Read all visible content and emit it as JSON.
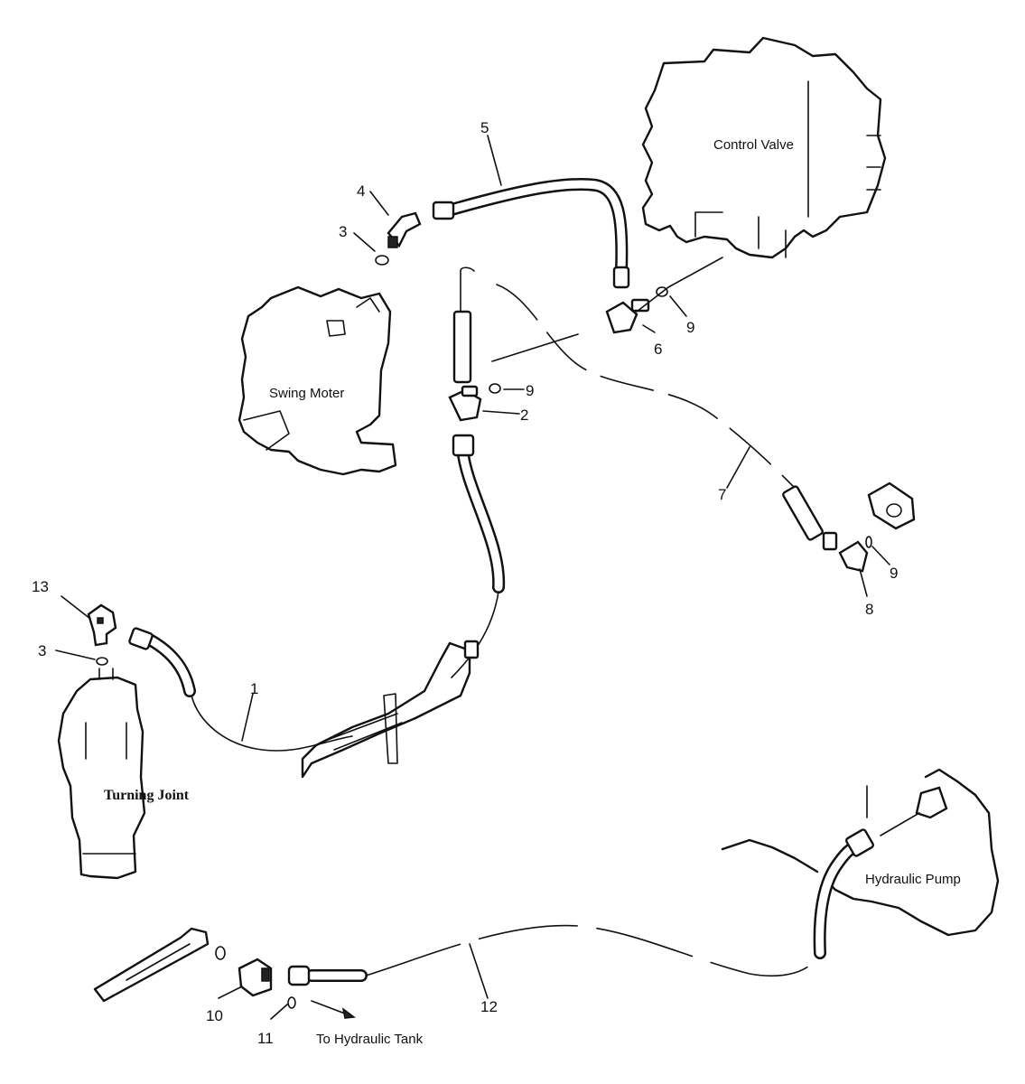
{
  "labels": {
    "control_valve": "Control Valve",
    "swing_motor": "Swing Moter",
    "turning_joint": "Turning Joint",
    "hydraulic_pump": "Hydraulic Pump",
    "to_hydraulic_tank": "To Hydraulic Tank"
  },
  "callouts": {
    "c1": "1",
    "c2": "2",
    "c3a": "3",
    "c3b": "3",
    "c4": "4",
    "c5": "5",
    "c6": "6",
    "c7": "7",
    "c8": "8",
    "c9a": "9",
    "c9b": "9",
    "c9c": "9",
    "c10": "10",
    "c11": "11",
    "c12": "12",
    "c13": "13"
  }
}
